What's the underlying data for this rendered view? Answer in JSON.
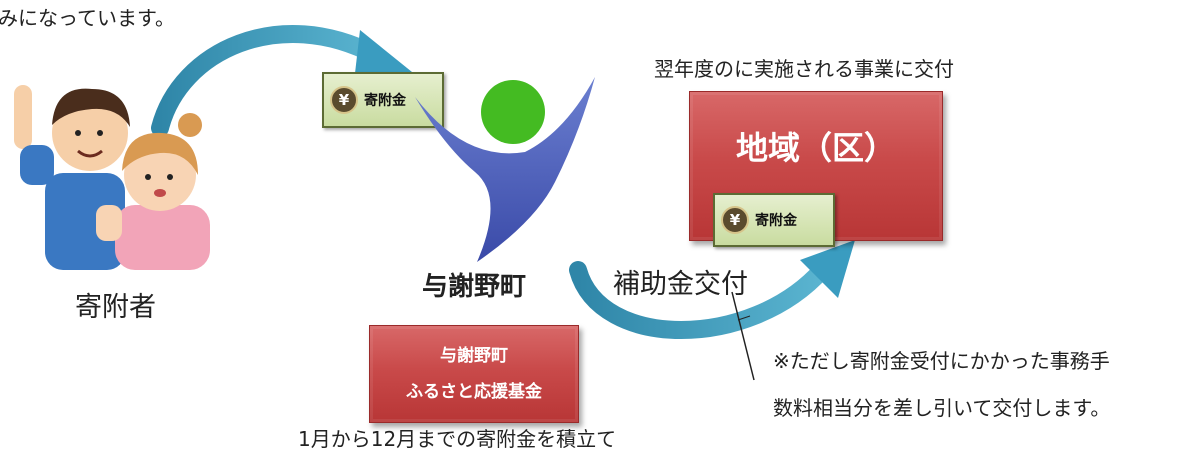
{
  "intro_text": "みになっています。",
  "donor_label": "寄附者",
  "town_label": "与謝野町",
  "region_caption": "翌年度のに実施される事業に交付",
  "region_box_label": "地域（区）",
  "subsidy_label": "補助金交付",
  "fund_box": {
    "line1": "与謝野町",
    "line2": "ふるさと応援基金"
  },
  "fund_caption": "1月から12月までの寄附金を積立て",
  "note_lines": [
    "※ただし寄附金受付にかかった事務手",
    "数料相当分を差し引いて交付します。"
  ],
  "money_note_label": "寄附金",
  "yen_symbol": "¥",
  "colors": {
    "arrow": "#3f98b8",
    "red_box": "#c94a4a",
    "logo_blue": "#5a6bc0",
    "logo_green": "#44bb22"
  }
}
